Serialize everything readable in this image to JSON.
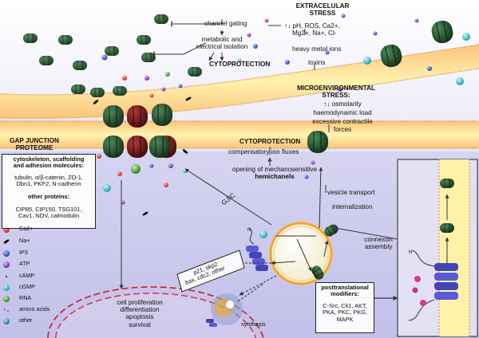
{
  "top_labels": {
    "channel_gating": "channel gating",
    "metabolic_1": "metabolic and",
    "metabolic_2": "electrical isolation",
    "cytoprotection_top": "CYTOPROTECTION",
    "extracellular_title_1": "EXTRACELULAR",
    "extracellular_title_2": "STRESS",
    "extracellular_ions_1": "↑↓ pH, ROS, Ca2+,",
    "extracellular_ions_2": "Mg2+, Na+, Cl-",
    "heavy_metal": "heavy metal ions",
    "toxins": "toxins",
    "microenv_title_1": "MICROENVIRONMENTAL",
    "microenv_title_2": "STRESS:",
    "osmolarity": "↑↓ osmolarity",
    "haemodynamic": "haemodynamic load",
    "contractile_1": "excessive contractile",
    "contractile_2": "forces",
    "cytoprotection_mid": "CYTOPROTECTION",
    "compensatory": "compensatory ion fluxes",
    "mechanosensitive": "opening of mechanosensitive",
    "hemichanels": "hemichanels"
  },
  "proteome_box": {
    "title_1": "GAP JUNCTION",
    "title_2": "PROTEOME",
    "cyto_title_1": "cytoskeleton, scaffolding",
    "cyto_title_2": "and adhesion molecules:",
    "cyto_list_1": "tubulin, α/β-catenin, ZO-1,",
    "cyto_list_2": "Dbn1, PKP2, N-cadherin",
    "other_title": "other proteins:",
    "other_list_1": "CIP85, CIP150, TSG101,",
    "other_list_2": "Cav1, NOV, calmodulin"
  },
  "legend": [
    {
      "label": "Ca2+",
      "icon": "red-sphere",
      "color": "#d9302a"
    },
    {
      "label": "Na+",
      "icon": "black-drop",
      "color": "#111111"
    },
    {
      "label": "IP3",
      "icon": "blue-sphere",
      "color": "#2f57c8"
    },
    {
      "label": "ATP",
      "icon": "purple-sphere",
      "color": "#8a36b8"
    },
    {
      "label": "cAMP",
      "icon": "small-dot",
      "color": "#333333"
    },
    {
      "label": "cGMP",
      "icon": "cyan-sphere",
      "color": "#34b3c6"
    },
    {
      "label": "RNA",
      "icon": "green-sphere",
      "color": "#3d9a3a"
    },
    {
      "label": "amino acids",
      "icon": "tiny-purple-dots",
      "color": "#8b4bb5"
    },
    {
      "label": "other",
      "icon": "teal-sphere",
      "color": "#2c8fbf"
    }
  ],
  "cell_labels": {
    "gjic": "GJIC",
    "vesicle_transport": "vesicle transport",
    "internalization": "internalization",
    "connexon_1": "connexon",
    "connexon_2": "assembly",
    "p21_1": "p21, skp2",
    "p21_2": "bax, cdc2, other",
    "proliferation_1": "cell proliferation",
    "proliferation_2": "differentiation",
    "proliferation_3": "apoptosis",
    "proliferation_4": "survival",
    "synthesis": "synthesis"
  },
  "modifiers_box": {
    "title_1": "posttranslational",
    "title_2": "modifiers:",
    "list_1": "C-Src, Ck1, AKT,",
    "list_2": "PKA, PKC, PKG,",
    "list_3": "MAPK"
  },
  "colors": {
    "connexon_green": "#1f4a28",
    "connexon_red": "#6e1518",
    "membrane_orange": "#f2a85a",
    "membrane_yellow": "#fff1a8",
    "background_lavender": "#dcd9f2",
    "er_blue": "#5a59d8",
    "golgi_orange": "#f5a623"
  }
}
